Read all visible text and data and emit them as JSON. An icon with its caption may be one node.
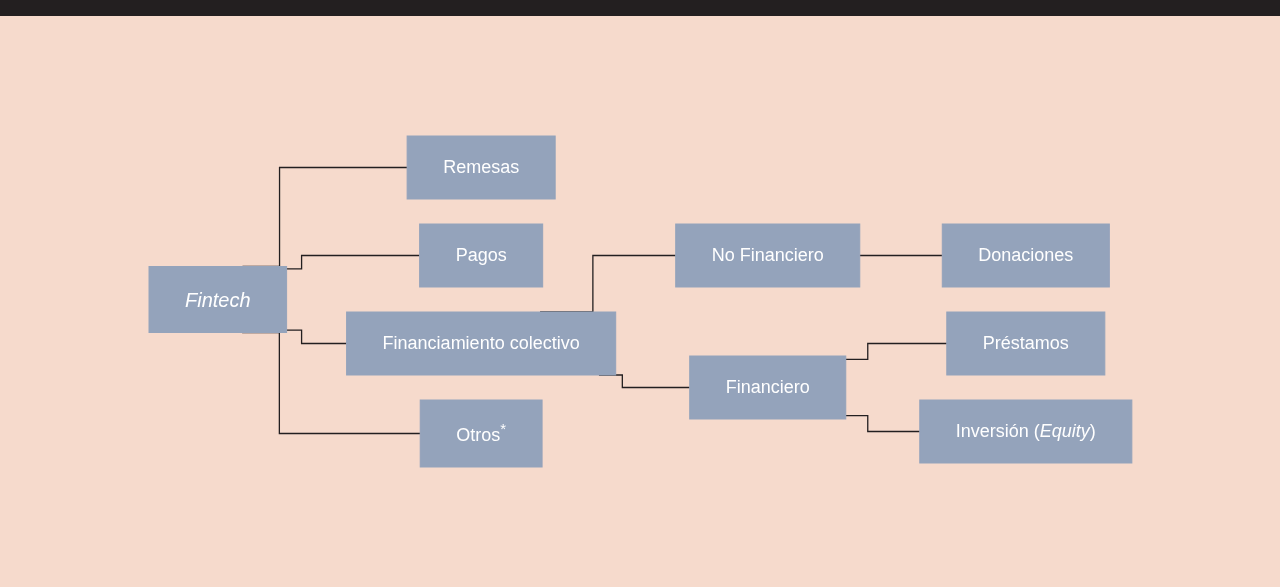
{
  "diagram": {
    "nodes": [
      {
        "text": [
          "Fintech"
        ]
      },
      {
        "text": [
          "Remesas"
        ]
      },
      {
        "text": [
          "Pagos"
        ]
      },
      {
        "text": [
          "Financiamiento colectivo"
        ]
      },
      {
        "text": [
          "Otros$^{*}$"
        ]
      },
      {
        "text": [
          "No Financiero"
        ]
      },
      {
        "text": [
          "Financiero"
        ]
      },
      {
        "text": [
          "Donaciones"
        ]
      },
      {
        "text": [
          "Préstamos"
        ]
      },
      {
        "text": [
          "Inversión (*Equity*)"
        ]
      }
    ],
    "edges": [
      {
        "from": 0,
        "to": 1,
        "arrow": "none"
      },
      {
        "from": 0,
        "to": 2,
        "arrow": "none"
      },
      {
        "from": 0,
        "to": 3,
        "arrow": "none"
      },
      {
        "from": 0,
        "to": 4,
        "arrow": "none"
      },
      {
        "from": 3,
        "to": 5,
        "arrow": "none"
      },
      {
        "from": 3,
        "to": 6,
        "arrow": "none"
      },
      {
        "from": 5,
        "to": 7,
        "arrow": "none"
      },
      {
        "from": 6,
        "to": 8,
        "arrow": "none"
      },
      {
        "from": 6,
        "to": 9,
        "arrow": "none"
      }
    ]
  }
}
